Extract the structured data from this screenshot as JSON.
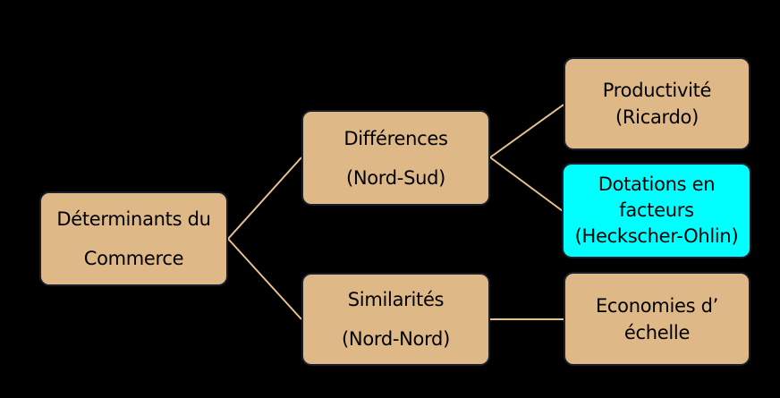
{
  "diagram": {
    "type": "tree",
    "colors": {
      "background": "#000000",
      "node_fill": "#deb887",
      "highlight_fill": "#00ffff",
      "connector": "#e6c28f",
      "node_border": "#1a1d2b",
      "text": "#000000"
    },
    "root": {
      "id": "root",
      "lines": [
        "Déterminants du",
        "Commerce"
      ]
    },
    "branches": [
      {
        "id": "diff",
        "lines": [
          "Différences",
          "(Nord-Sud)"
        ],
        "children": [
          {
            "id": "prod",
            "lines": [
              "Productivité",
              "(Ricardo)"
            ],
            "highlighted": false
          },
          {
            "id": "dot",
            "lines": [
              "Dotations en",
              "facteurs",
              "(Heckscher-Ohlin)"
            ],
            "highlighted": true
          }
        ]
      },
      {
        "id": "sim",
        "lines": [
          "Similarités",
          "(Nord-Nord)"
        ],
        "children": [
          {
            "id": "eco",
            "lines": [
              "Economies d’",
              "échelle"
            ],
            "highlighted": false
          }
        ]
      }
    ],
    "edges": [
      [
        "root",
        "diff"
      ],
      [
        "root",
        "sim"
      ],
      [
        "diff",
        "prod"
      ],
      [
        "diff",
        "dot"
      ],
      [
        "sim",
        "eco"
      ]
    ]
  }
}
